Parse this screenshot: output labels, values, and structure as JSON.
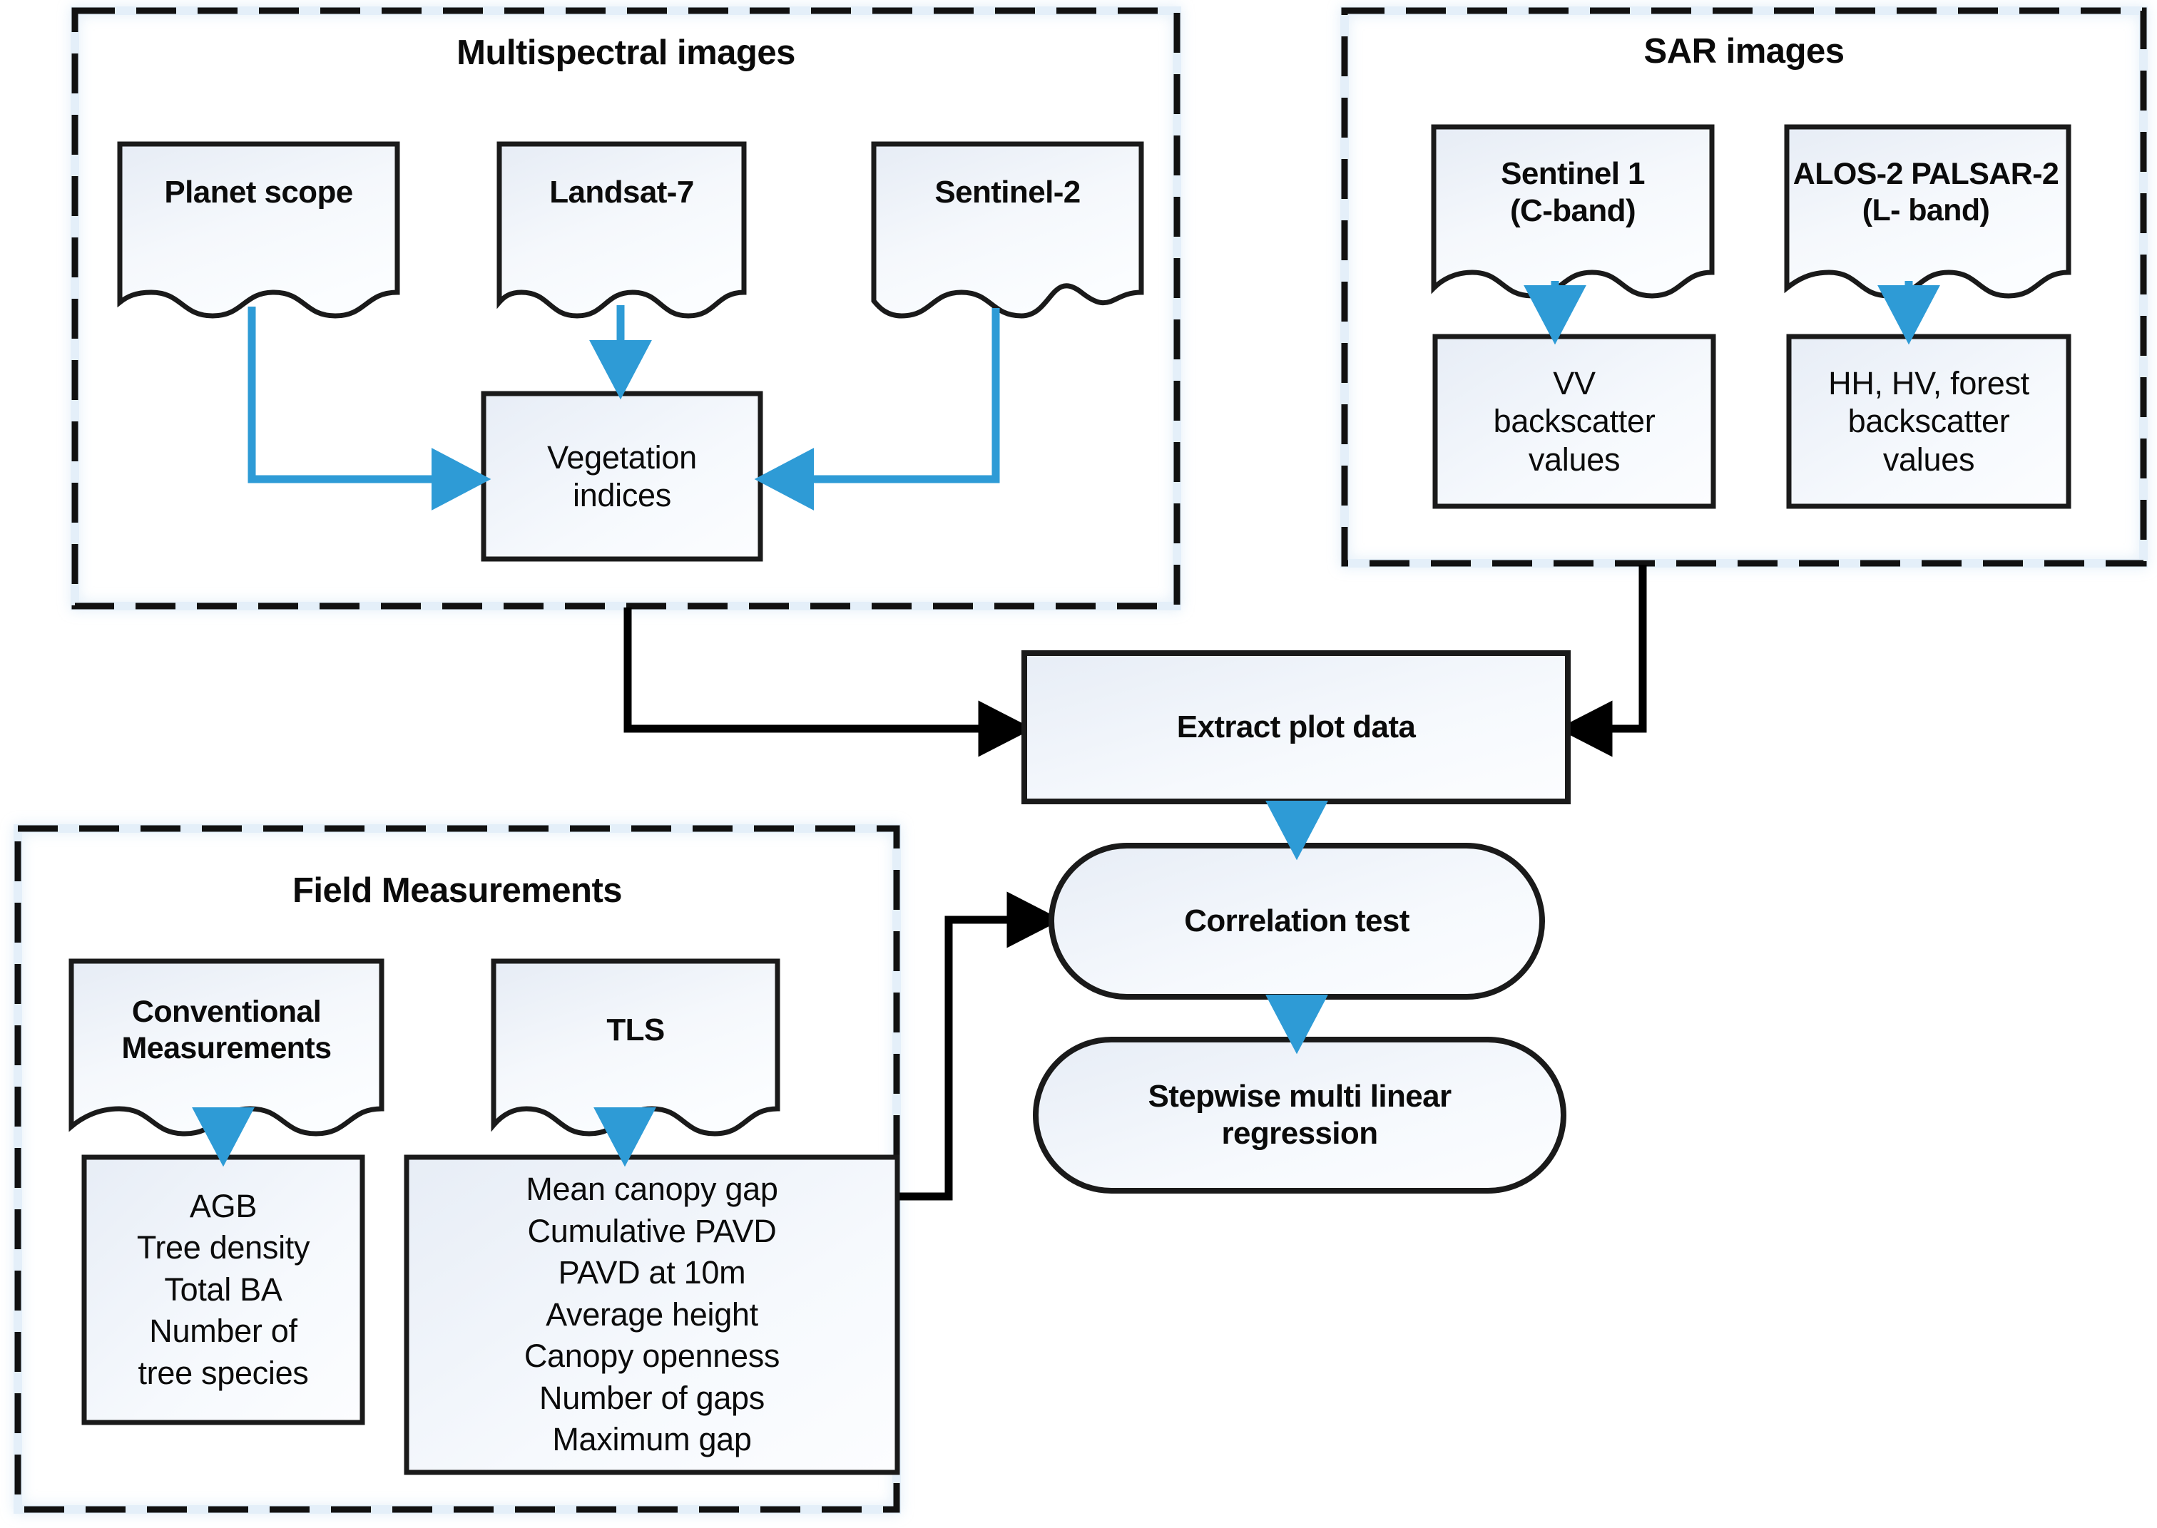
{
  "diagram": {
    "title_hidden": "",
    "colors": {
      "arrow_blue": "#2E9BD6",
      "arrow_black": "#000000",
      "box_border": "#1a1a1a",
      "box_fill_top": "#e8edf5",
      "box_fill_bottom": "#fbfdff",
      "group_dash": "#111111",
      "glow_blue": "#dceaf7"
    },
    "groups": [
      {
        "id": "multispectral",
        "label": "Multispectral images"
      },
      {
        "id": "sar",
        "label": "SAR images"
      },
      {
        "id": "field",
        "label": "Field Measurements"
      }
    ],
    "nodes": {
      "planet_scope": {
        "label": "Planet scope",
        "shape": "document",
        "bold": true
      },
      "landsat7": {
        "label": "Landsat-7",
        "shape": "document",
        "bold": true
      },
      "sentinel2": {
        "label": "Sentinel-2",
        "shape": "document",
        "bold": true
      },
      "vegetation_indices": {
        "lines": [
          "Vegetation",
          "indices"
        ],
        "shape": "rect",
        "bold": false
      },
      "sentinel1": {
        "lines": [
          "Sentinel 1",
          "(C-band)"
        ],
        "shape": "document",
        "bold": true
      },
      "alos2": {
        "lines": [
          "ALOS-2 PALSAR-2",
          "(L- band)"
        ],
        "shape": "document",
        "bold": true
      },
      "vv_backscatter": {
        "lines": [
          "VV",
          "backscatter",
          "values"
        ],
        "shape": "rect",
        "bold": false
      },
      "hh_hv_backscatter": {
        "lines": [
          "HH, HV, forest",
          "backscatter",
          "values"
        ],
        "shape": "rect",
        "bold": false
      },
      "conventional_measurements": {
        "lines": [
          "Conventional",
          "Measurements"
        ],
        "shape": "document",
        "bold": true
      },
      "tls": {
        "label": "TLS",
        "shape": "document",
        "bold": true
      },
      "conventional_outputs": {
        "lines": [
          "AGB",
          "Tree density",
          "Total BA",
          "Number of",
          "tree species"
        ],
        "shape": "rect",
        "bold": false
      },
      "tls_outputs": {
        "lines": [
          "Mean canopy gap",
          "Cumulative PAVD",
          "PAVD at 10m",
          "Average height",
          "Canopy openness",
          "Number of gaps",
          "Maximum gap"
        ],
        "shape": "rect",
        "bold": false
      },
      "extract_plot_data": {
        "label": "Extract plot data",
        "shape": "rect",
        "bold": true
      },
      "correlation_test": {
        "label": "Correlation test",
        "shape": "rounded",
        "bold": true
      },
      "stepwise_regression": {
        "lines": [
          "Stepwise multi linear",
          "regression"
        ],
        "shape": "rounded",
        "bold": true
      }
    },
    "edges": [
      {
        "from": "planet_scope",
        "to": "vegetation_indices",
        "color": "blue",
        "style": "elbow"
      },
      {
        "from": "landsat7",
        "to": "vegetation_indices",
        "color": "blue",
        "style": "straight"
      },
      {
        "from": "sentinel2",
        "to": "vegetation_indices",
        "color": "blue",
        "style": "elbow"
      },
      {
        "from": "sentinel1",
        "to": "vv_backscatter",
        "color": "blue",
        "style": "straight"
      },
      {
        "from": "alos2",
        "to": "hh_hv_backscatter",
        "color": "blue",
        "style": "straight"
      },
      {
        "from": "conventional_measurements",
        "to": "conventional_outputs",
        "color": "blue",
        "style": "straight"
      },
      {
        "from": "tls",
        "to": "tls_outputs",
        "color": "blue",
        "style": "straight"
      },
      {
        "from": "multispectral",
        "to": "extract_plot_data",
        "color": "black",
        "style": "elbow"
      },
      {
        "from": "sar",
        "to": "extract_plot_data",
        "color": "black",
        "style": "elbow"
      },
      {
        "from": "extract_plot_data",
        "to": "correlation_test",
        "color": "blue",
        "style": "straight"
      },
      {
        "from": "field",
        "to": "correlation_test",
        "color": "black",
        "style": "elbow"
      },
      {
        "from": "correlation_test",
        "to": "stepwise_regression",
        "color": "blue",
        "style": "straight"
      }
    ]
  }
}
